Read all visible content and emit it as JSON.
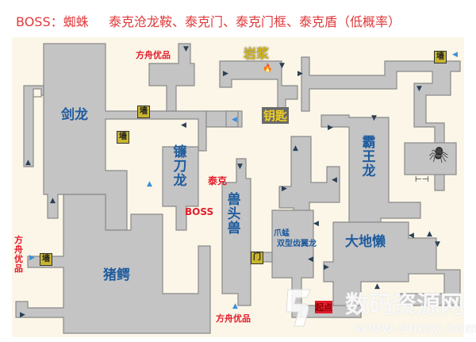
{
  "header": {
    "boss": "BOSS：蜘蛛",
    "drops": "泰克沧龙鞍、泰克门、泰克门框、泰克盾（低概率）"
  },
  "map": {
    "rooms": {
      "jianlong": "剑龙",
      "liandaolong": "镰刀龙",
      "shoutoushou": "兽头兽",
      "zhue": "猪鳄",
      "bawanglong": "霸王龙",
      "dadilan": "大地懒",
      "zhameng": "爪蜢",
      "shuangjichilong": "双型齿翼龙"
    },
    "markers": {
      "ark_shop": "方舟优品",
      "tek": "泰克",
      "boss": "BOSS",
      "lava": "岩浆",
      "key": "钥匙",
      "wall": "墙",
      "door": "门",
      "start": "起点"
    },
    "watermark": {
      "brand": "数码资源网",
      "url": "www.smzy.com"
    }
  }
}
